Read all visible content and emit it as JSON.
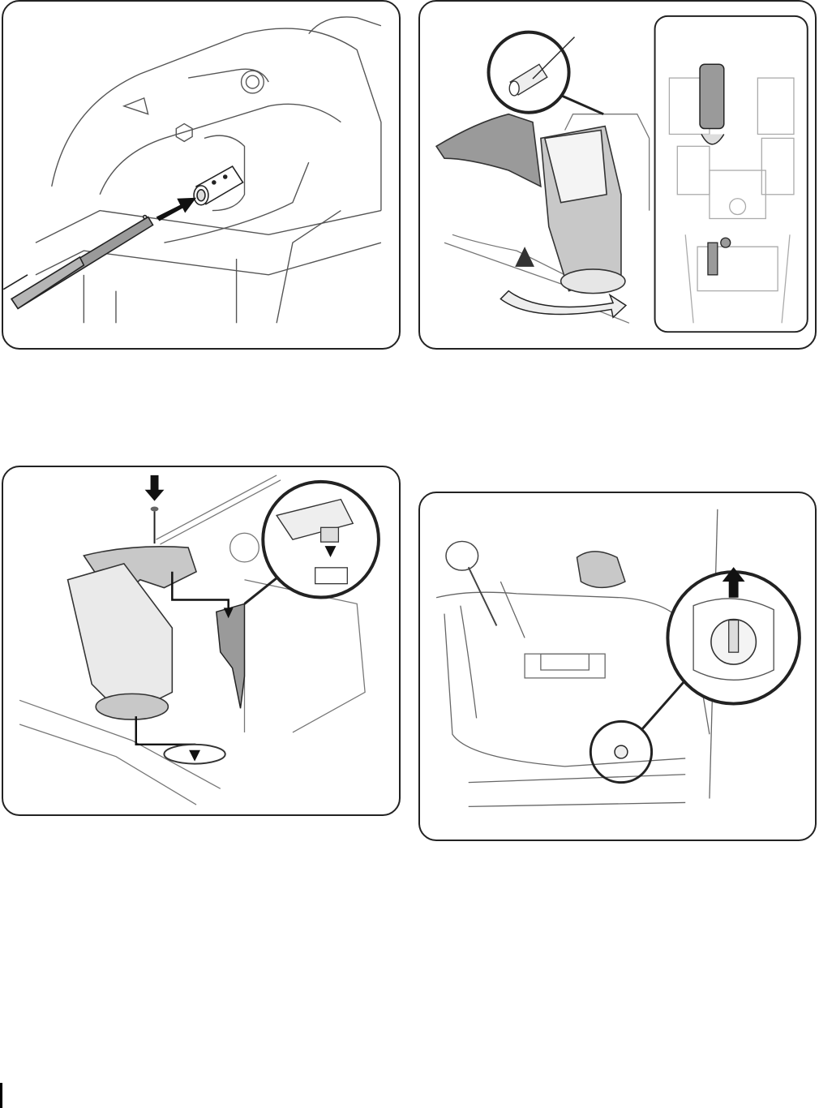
{
  "figures": [
    {
      "id": "fig1",
      "icon": "chute-crank-rod-insert-illustration"
    },
    {
      "id": "fig2",
      "icon": "chute-rotation-illustration"
    },
    {
      "id": "fig3",
      "icon": "chute-mount-bolt-illustration"
    },
    {
      "id": "fig4",
      "icon": "dash-knob-removal-illustration"
    }
  ],
  "colors": {
    "line": "#222222",
    "fill_dark": "#9a9a9a",
    "fill_mid": "#c8c8c8",
    "fill_light": "#e6e6e6"
  }
}
